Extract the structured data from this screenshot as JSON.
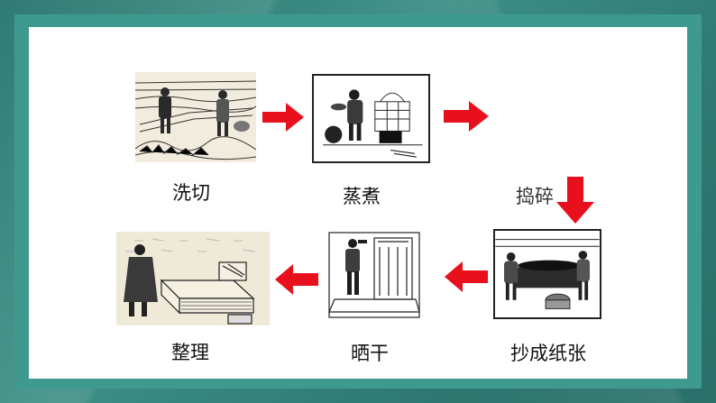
{
  "steps": {
    "wash_cut": "洗切",
    "steam": "蒸煮",
    "pound": "捣碎",
    "form_paper": "抄成纸张",
    "dry": "晒干",
    "arrange": "整理"
  },
  "colors": {
    "arrow": "#e8101c",
    "frame": "#2f7a73",
    "panel": "#3e9a8f",
    "canvas": "#ffffff"
  }
}
